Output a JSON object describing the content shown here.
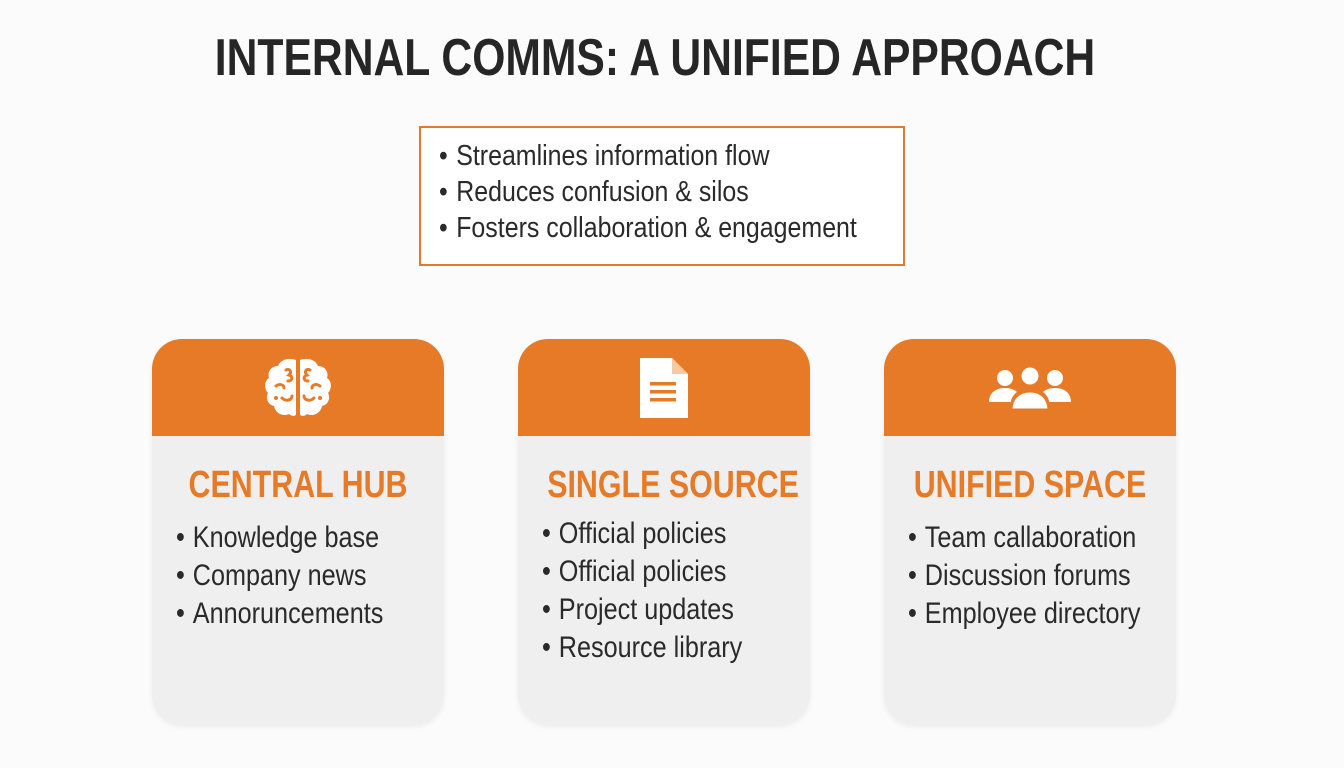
{
  "title": "INTERNAL COMMS: A UNIFIED APPROACH",
  "summary": {
    "items": [
      "Streamlines information flow",
      "Reduces confusion & silos",
      "Fosters collaboration & engagement"
    ]
  },
  "colors": {
    "accent": "#e67a27",
    "text": "#2a2a2a",
    "card_bg": "#efefef"
  },
  "cards": [
    {
      "icon": "brain-icon",
      "title": "CENTRAL HUB",
      "items": [
        "Knowledge base",
        "Company news",
        "Annoruncements"
      ]
    },
    {
      "icon": "document-icon",
      "title": "SINGLE SOURCE",
      "items": [
        "Official policies",
        "Official policies",
        "Project updates",
        "Resource library"
      ]
    },
    {
      "icon": "team-icon",
      "title": "UNIFIED SPACE",
      "items": [
        "Team callaboration",
        "Discussion forums",
        "Employee directory"
      ]
    }
  ],
  "bullet": "•"
}
